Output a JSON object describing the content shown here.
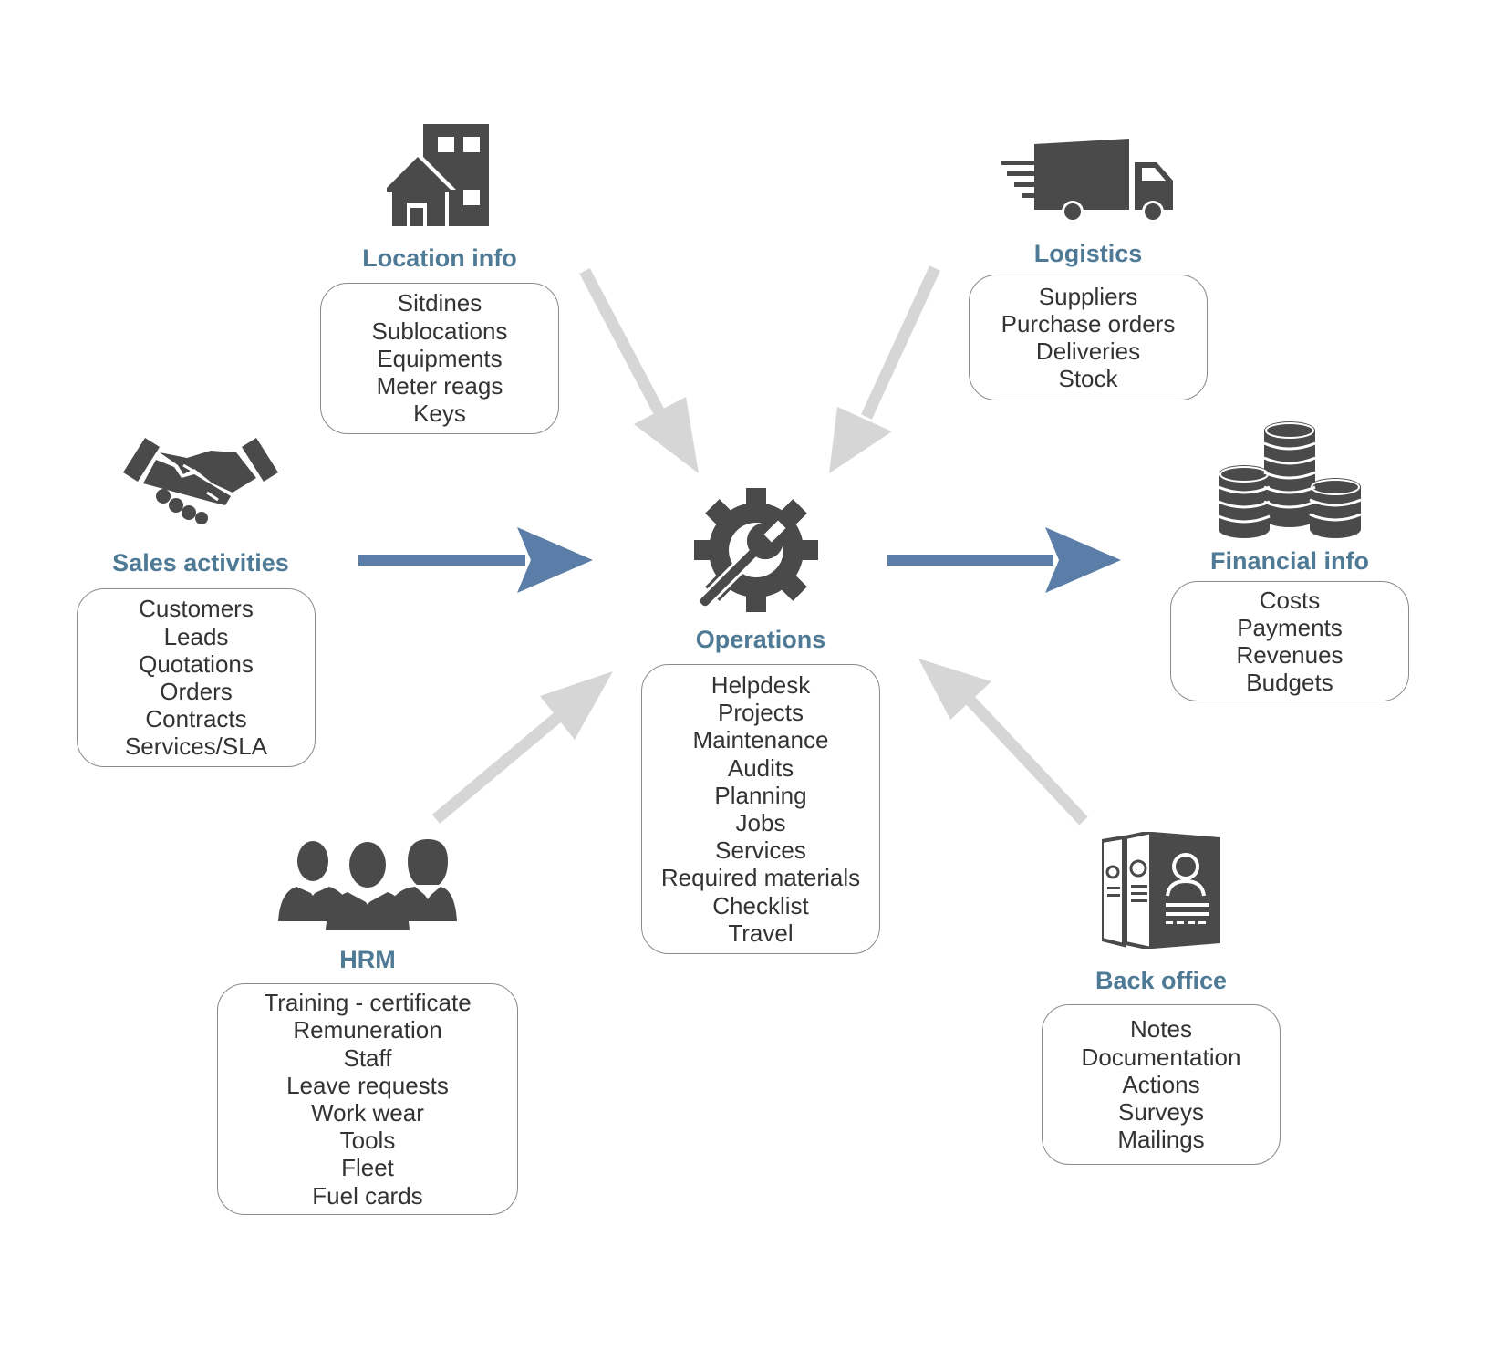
{
  "colors": {
    "title": "#4e7a96",
    "icon": "#4a4a4a",
    "arrow_in": "#d6d6d6",
    "arrow_main": "#5b7ea8",
    "box_border": "#8a8a8a",
    "text": "#333333"
  },
  "nodes": {
    "location": {
      "icon": "building-icon",
      "title": "Location info",
      "items": [
        "Sitdines",
        "Sublocations",
        "Equipments",
        "Meter reags",
        "Keys"
      ]
    },
    "logistics": {
      "icon": "truck-icon",
      "title": "Logistics",
      "items": [
        "Suppliers",
        "Purchase orders",
        "Deliveries",
        "Stock"
      ]
    },
    "sales": {
      "icon": "handshake-icon",
      "title": "Sales activities",
      "items": [
        "Customers",
        "Leads",
        "Quotations",
        "Orders",
        "Contracts",
        "Services/SLA"
      ]
    },
    "operations": {
      "icon": "gear-wrench-icon",
      "title": "Operations",
      "items": [
        "Helpdesk",
        "Projects",
        "Maintenance",
        "Audits",
        "Planning",
        "Jobs",
        "Services",
        "Required materials",
        "Checklist",
        "Travel"
      ]
    },
    "financial": {
      "icon": "coins-icon",
      "title": "Financial info",
      "items": [
        "Costs",
        "Payments",
        "Revenues",
        "Budgets"
      ]
    },
    "hrm": {
      "icon": "people-icon",
      "title": "HRM",
      "items": [
        "Training - certificate",
        "Remuneration",
        "Staff",
        "Leave requests",
        "Work wear",
        "Tools",
        "Fleet",
        "Fuel cards"
      ]
    },
    "backoffice": {
      "icon": "documents-icon",
      "title": "Back office",
      "items": [
        "Notes",
        "Documentation",
        "Actions",
        "Surveys",
        "Mailings"
      ]
    }
  }
}
